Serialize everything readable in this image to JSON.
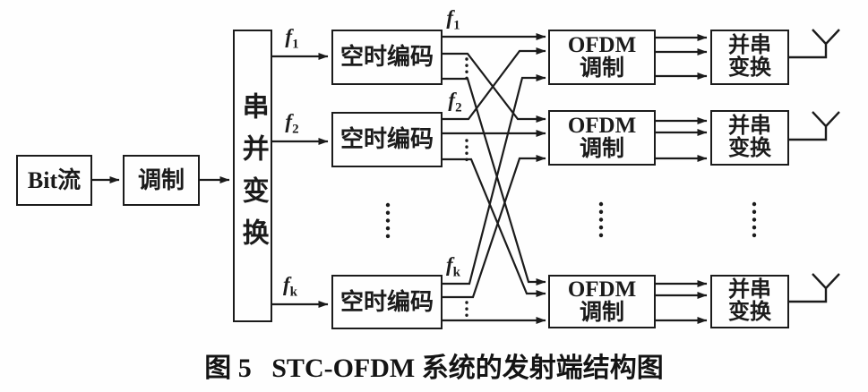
{
  "diagram": {
    "title_caption": "图 5   STC-OFDM 系统的发射端结构图",
    "blocks": {
      "bit_stream": "Bit流",
      "modulation": "调制",
      "serial_to_parallel": "串并变换",
      "stc_encoder": "空时编码",
      "ofdm_line1": "OFDM",
      "ofdm_line2": "调制",
      "parallel_to_serial_line1": "并串",
      "parallel_to_serial_line2": "变换"
    },
    "labels": {
      "f_base": "f",
      "f1_sub": "1",
      "f2_sub": "2",
      "fk_sub": "k"
    },
    "colors": {
      "ink": "#1b1b1b",
      "paper": "#fefefe"
    }
  }
}
